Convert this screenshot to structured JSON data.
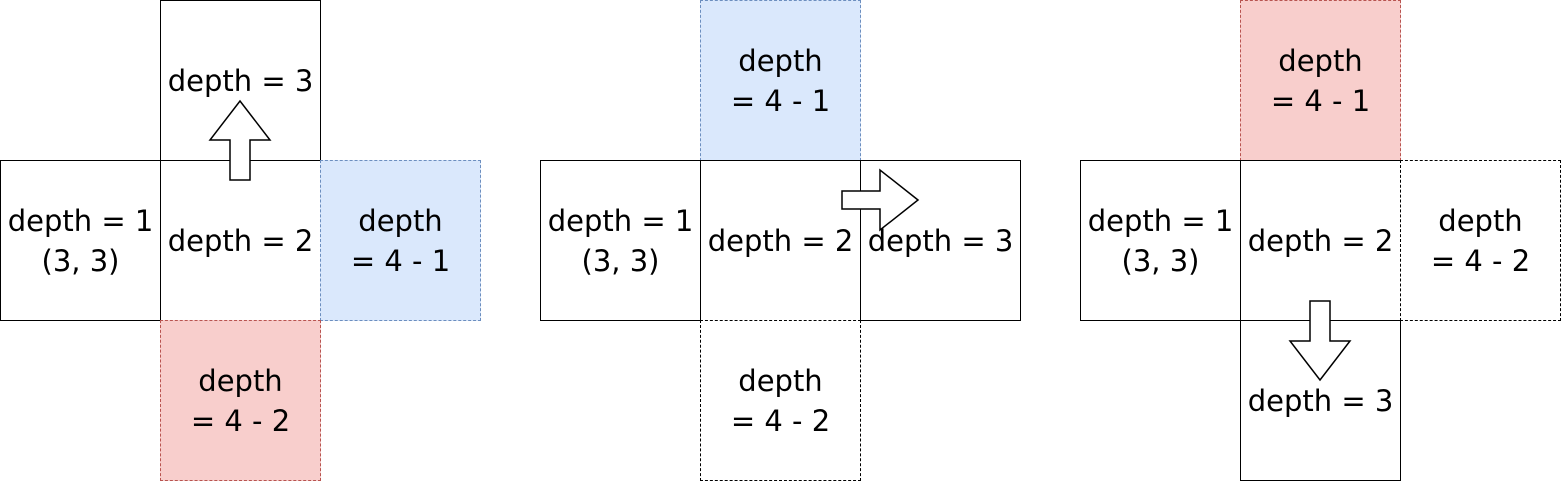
{
  "panels": [
    {
      "cells": [
        {
          "id": "p1-depth3",
          "lines": [
            "depth = 3"
          ]
        },
        {
          "id": "p1-depth1",
          "lines": [
            "depth = 1",
            "(3, 3)"
          ]
        },
        {
          "id": "p1-depth2",
          "lines": [
            "depth = 2"
          ]
        },
        {
          "id": "p1-depth4-1",
          "lines": [
            "depth",
            "= 4 - 1"
          ],
          "style": "blue"
        },
        {
          "id": "p1-depth4-2",
          "lines": [
            "depth",
            "= 4 - 2"
          ],
          "style": "red"
        }
      ],
      "arrow_direction": "up"
    },
    {
      "cells": [
        {
          "id": "p2-depth4-1",
          "lines": [
            "depth",
            "= 4 - 1"
          ],
          "style": "blue"
        },
        {
          "id": "p2-depth1",
          "lines": [
            "depth = 1",
            "(3, 3)"
          ]
        },
        {
          "id": "p2-depth2",
          "lines": [
            "depth = 2"
          ]
        },
        {
          "id": "p2-depth3",
          "lines": [
            "depth = 3"
          ]
        },
        {
          "id": "p2-depth4-2",
          "lines": [
            "depth",
            "= 4 - 2"
          ],
          "style": "dashed"
        }
      ],
      "arrow_direction": "right"
    },
    {
      "cells": [
        {
          "id": "p3-depth4-1",
          "lines": [
            "depth",
            "= 4 - 1"
          ],
          "style": "red"
        },
        {
          "id": "p3-depth1",
          "lines": [
            "depth = 1",
            "(3, 3)"
          ]
        },
        {
          "id": "p3-depth2",
          "lines": [
            "depth = 2"
          ]
        },
        {
          "id": "p3-depth4-2",
          "lines": [
            "depth",
            "= 4 - 2"
          ],
          "style": "dashed"
        },
        {
          "id": "p3-depth3",
          "lines": [
            "depth = 3"
          ]
        }
      ],
      "arrow_direction": "down"
    }
  ],
  "colors": {
    "blue_fill": "#dae8fc",
    "blue_stroke": "#6c8ebf",
    "red_fill": "#f8cecc",
    "red_stroke": "#b85450"
  }
}
